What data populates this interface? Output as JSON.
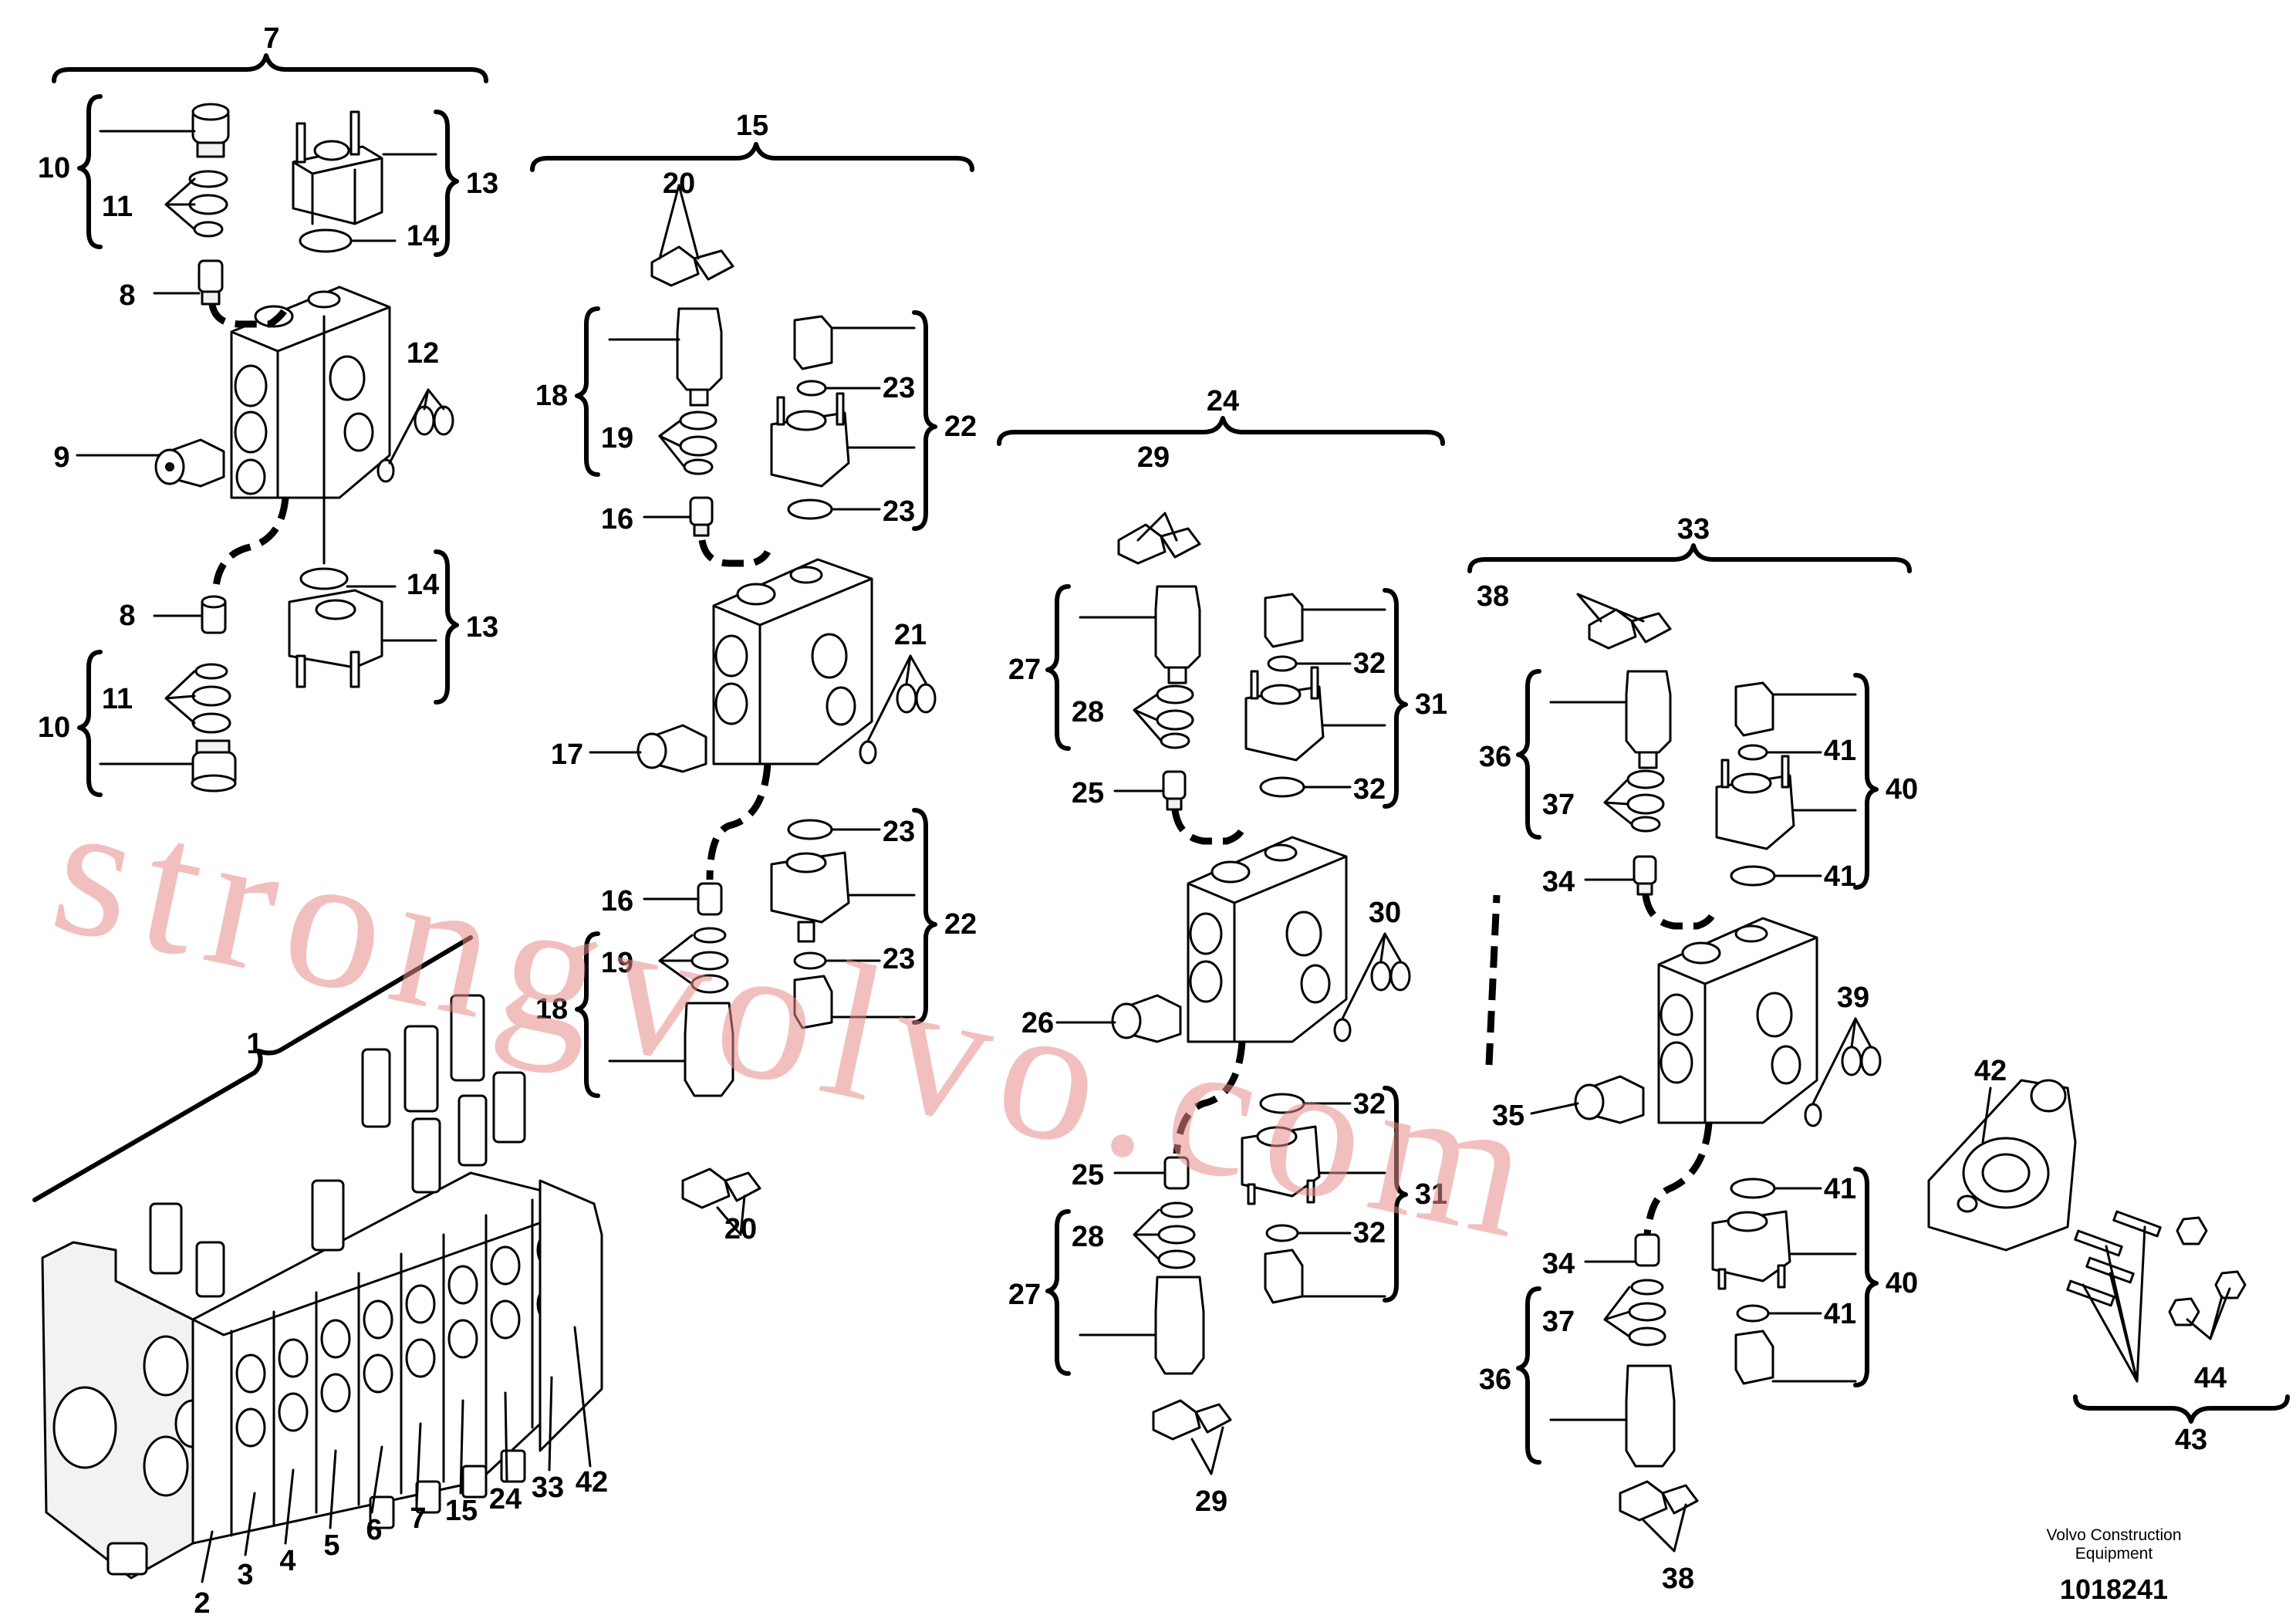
{
  "callouts": [
    "7",
    "10",
    "11",
    "13",
    "14",
    "8",
    "12",
    "9",
    "14",
    "8",
    "13",
    "11",
    "10",
    "15",
    "20",
    "18",
    "23",
    "22",
    "19",
    "23",
    "16",
    "21",
    "17",
    "23",
    "16",
    "22",
    "19",
    "23",
    "18",
    "20",
    "1",
    "24",
    "29",
    "27",
    "32",
    "28",
    "31",
    "25",
    "32",
    "30",
    "26",
    "32",
    "25",
    "31",
    "28",
    "32",
    "27",
    "29",
    "33",
    "38",
    "36",
    "41",
    "37",
    "40",
    "34",
    "41",
    "39",
    "35",
    "42",
    "41",
    "34",
    "40",
    "37",
    "41",
    "36",
    "38",
    "44",
    "43",
    "2",
    "3",
    "4",
    "5",
    "6",
    "7",
    "15",
    "24",
    "33",
    "42"
  ],
  "footer": {
    "company_line1": "Volvo Construction",
    "company_line2": "Equipment",
    "part_number": "1018241"
  },
  "watermark": "strongvolvo.com"
}
